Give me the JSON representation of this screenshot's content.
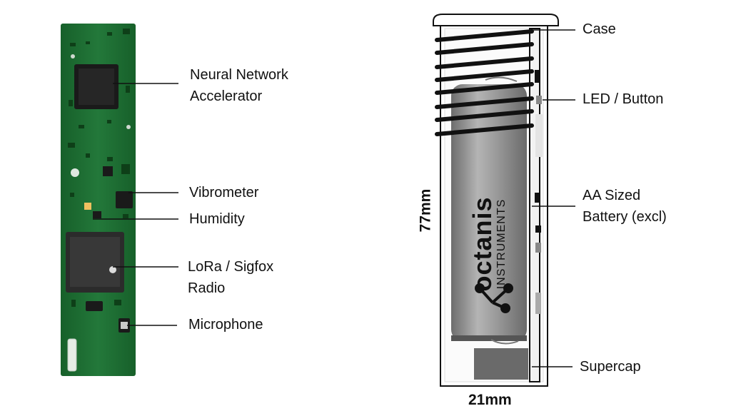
{
  "pcb_labels": {
    "neural_line1": "Neural Network",
    "neural_line2": "Accelerator",
    "vibrometer": "Vibrometer",
    "humidity": "Humidity",
    "lora_line1": "LoRa / Sigfox",
    "lora_line2": "Radio",
    "microphone": "Microphone"
  },
  "device_labels": {
    "case": "Case",
    "led_button": "LED / Button",
    "battery_line1": "AA Sized",
    "battery_line2": "Battery (excl)",
    "supercap": "Supercap"
  },
  "dimensions": {
    "height": "77mm",
    "width": "21mm"
  },
  "branding": {
    "brand_name": "octanis",
    "brand_sub": "INSTRUMENTS"
  },
  "colors": {
    "pcb_green": "#1f6e2e",
    "pcb_dark": "#144d20",
    "chip_black": "#1a1a1a",
    "battery_gray": "#8e8e8e",
    "coil_black": "#111111"
  }
}
